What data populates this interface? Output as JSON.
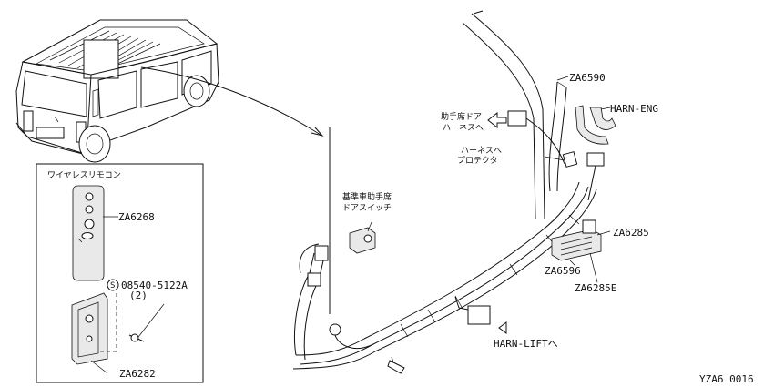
{
  "labels": {
    "za6590": "ZA6590",
    "harn_eng": "HARN-ENG",
    "passenger_door_harness_1": "助手席ドア",
    "passenger_door_harness_2": "ハーネスへ",
    "harness_protector_1": "ハーネスへ",
    "harness_protector_2": "プロテクタ",
    "ref_car_switch_1": "基準車助手席",
    "ref_car_switch_2": "ドアスイッチ",
    "za6285": "ZA6285",
    "za6596": "ZA6596",
    "za6285e": "ZA6285E",
    "harn_lift": "HARN-LIFTへ",
    "wireless_remote": "ワイヤレスリモコン",
    "za6268": "ZA6268",
    "bolt_part": "08540-5122A",
    "bolt_qty": "(2)",
    "bolt_symbol": "S",
    "za6282": "ZA6282",
    "diagram_id": "YZA6 0016"
  }
}
